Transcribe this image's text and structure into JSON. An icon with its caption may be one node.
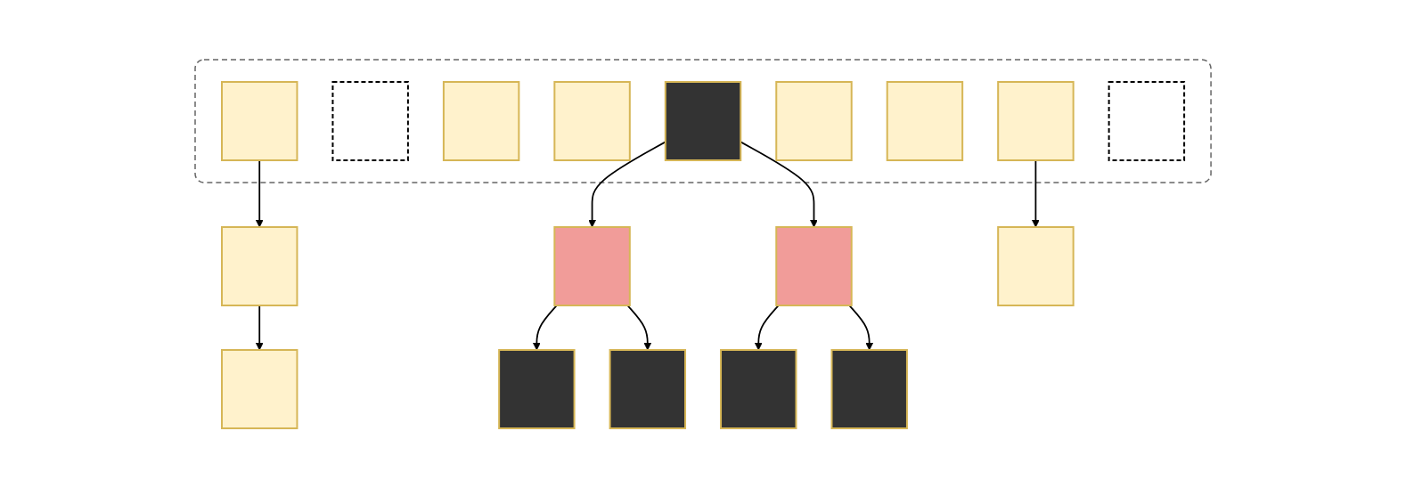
{
  "diagram": {
    "nodes": [
      {
        "text": [],
        "shape": "box"
      },
      {
        "text": [],
        "shape": "box",
        "in": 0
      },
      {
        "text": [],
        "shape": "box",
        "in": 0
      },
      {
        "text": [],
        "shape": "box",
        "in": 0
      },
      {
        "text": [],
        "shape": "box",
        "in": 0
      },
      {
        "text": [],
        "shape": "box",
        "in": 0
      },
      {
        "text": [],
        "shape": "box",
        "in": 0
      },
      {
        "text": [],
        "shape": "box",
        "in": 0
      },
      {
        "text": [],
        "shape": "box",
        "in": 0
      },
      {
        "text": [],
        "shape": "box",
        "in": 0
      },
      {
        "text": [],
        "shape": "box"
      },
      {
        "text": [],
        "shape": "box"
      },
      {
        "text": [],
        "shape": "box"
      },
      {
        "text": [],
        "shape": "box"
      },
      {
        "text": [],
        "shape": "box"
      },
      {
        "text": [],
        "shape": "box"
      },
      {
        "text": [],
        "shape": "box"
      },
      {
        "text": [],
        "shape": "box"
      },
      {
        "text": [],
        "shape": "box"
      }
    ],
    "edges": [
      {
        "from": 1,
        "to": 10,
        "arrow": "to"
      },
      {
        "from": 10,
        "to": 11,
        "arrow": "to"
      },
      {
        "from": 5,
        "to": 12,
        "arrow": "to"
      },
      {
        "from": 5,
        "to": 13,
        "arrow": "to"
      },
      {
        "from": 12,
        "to": 14,
        "arrow": "to"
      },
      {
        "from": 12,
        "to": 15,
        "arrow": "to"
      },
      {
        "from": 13,
        "to": 16,
        "arrow": "to"
      },
      {
        "from": 13,
        "to": 17,
        "arrow": "to"
      },
      {
        "from": 8,
        "to": 18,
        "arrow": "to"
      }
    ]
  }
}
